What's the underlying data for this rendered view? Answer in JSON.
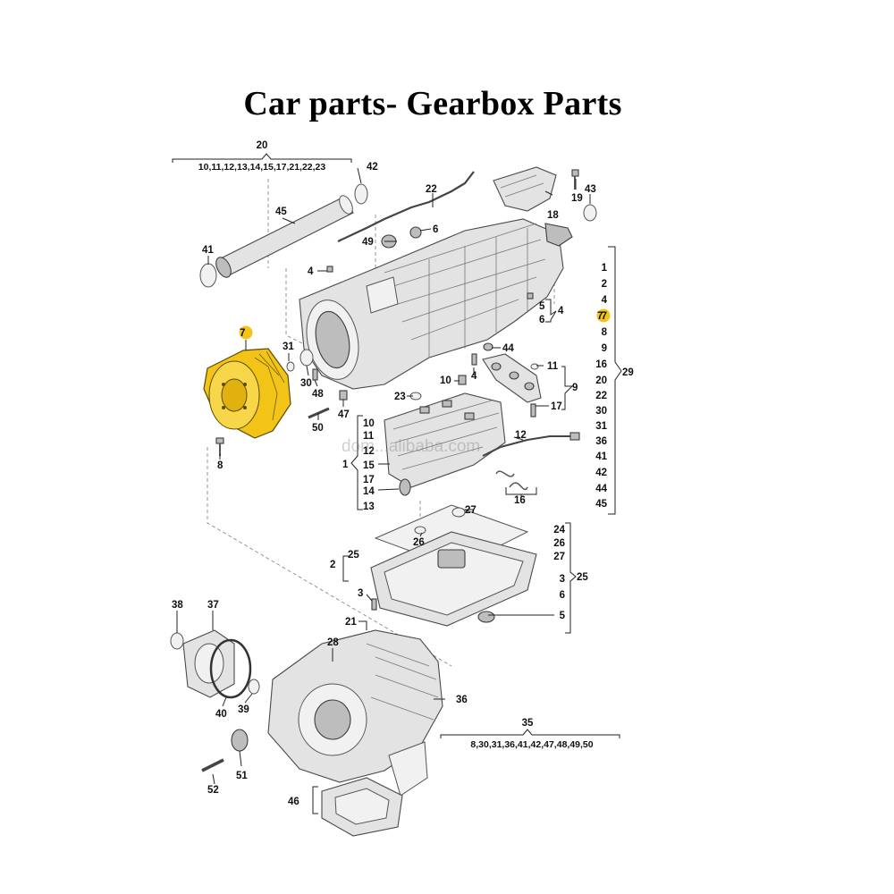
{
  "title": "Car parts- Gearbox Parts",
  "watermark": "dom...alibaba.com",
  "highlight_color": "#f2c418",
  "callouts": {
    "c1": "1",
    "c2": "2",
    "c3": "3",
    "c4": "4",
    "c5": "5",
    "c6": "6",
    "c7": "7",
    "c8": "8",
    "c9": "9",
    "c10": "10",
    "c11": "11",
    "c12": "12",
    "c13": "13",
    "c14": "14",
    "c15": "15",
    "c16": "16",
    "c17": "17",
    "c18": "18",
    "c19": "19",
    "c20": "20",
    "c21": "21",
    "c22": "22",
    "c23": "23",
    "c24": "24",
    "c25": "25",
    "c26": "26",
    "c27": "27",
    "c28": "28",
    "c29": "29",
    "c30": "30",
    "c31": "31",
    "c35": "35",
    "c36": "36",
    "c37": "37",
    "c38": "38",
    "c39": "39",
    "c40": "40",
    "c41": "41",
    "c42": "42",
    "c43": "43",
    "c44": "44",
    "c45": "45",
    "c46": "46",
    "c47": "47",
    "c48": "48",
    "c49": "49",
    "c50": "50",
    "c51": "51",
    "c52": "52"
  },
  "group_20_list": "10,11,12,13,14,15,17,21,22,23",
  "group_35_list": "8,30,31,36,41,42,47,48,49,50",
  "group_29_list": [
    "1",
    "2",
    "4",
    "7",
    "8",
    "9",
    "16",
    "20",
    "22",
    "30",
    "31",
    "36",
    "41",
    "42",
    "44",
    "45"
  ],
  "group_1_list": [
    "10",
    "11",
    "12",
    "15",
    "17",
    "14",
    "13"
  ],
  "group_25_right_list": [
    "24",
    "26",
    "27",
    "3",
    "6",
    "5"
  ]
}
